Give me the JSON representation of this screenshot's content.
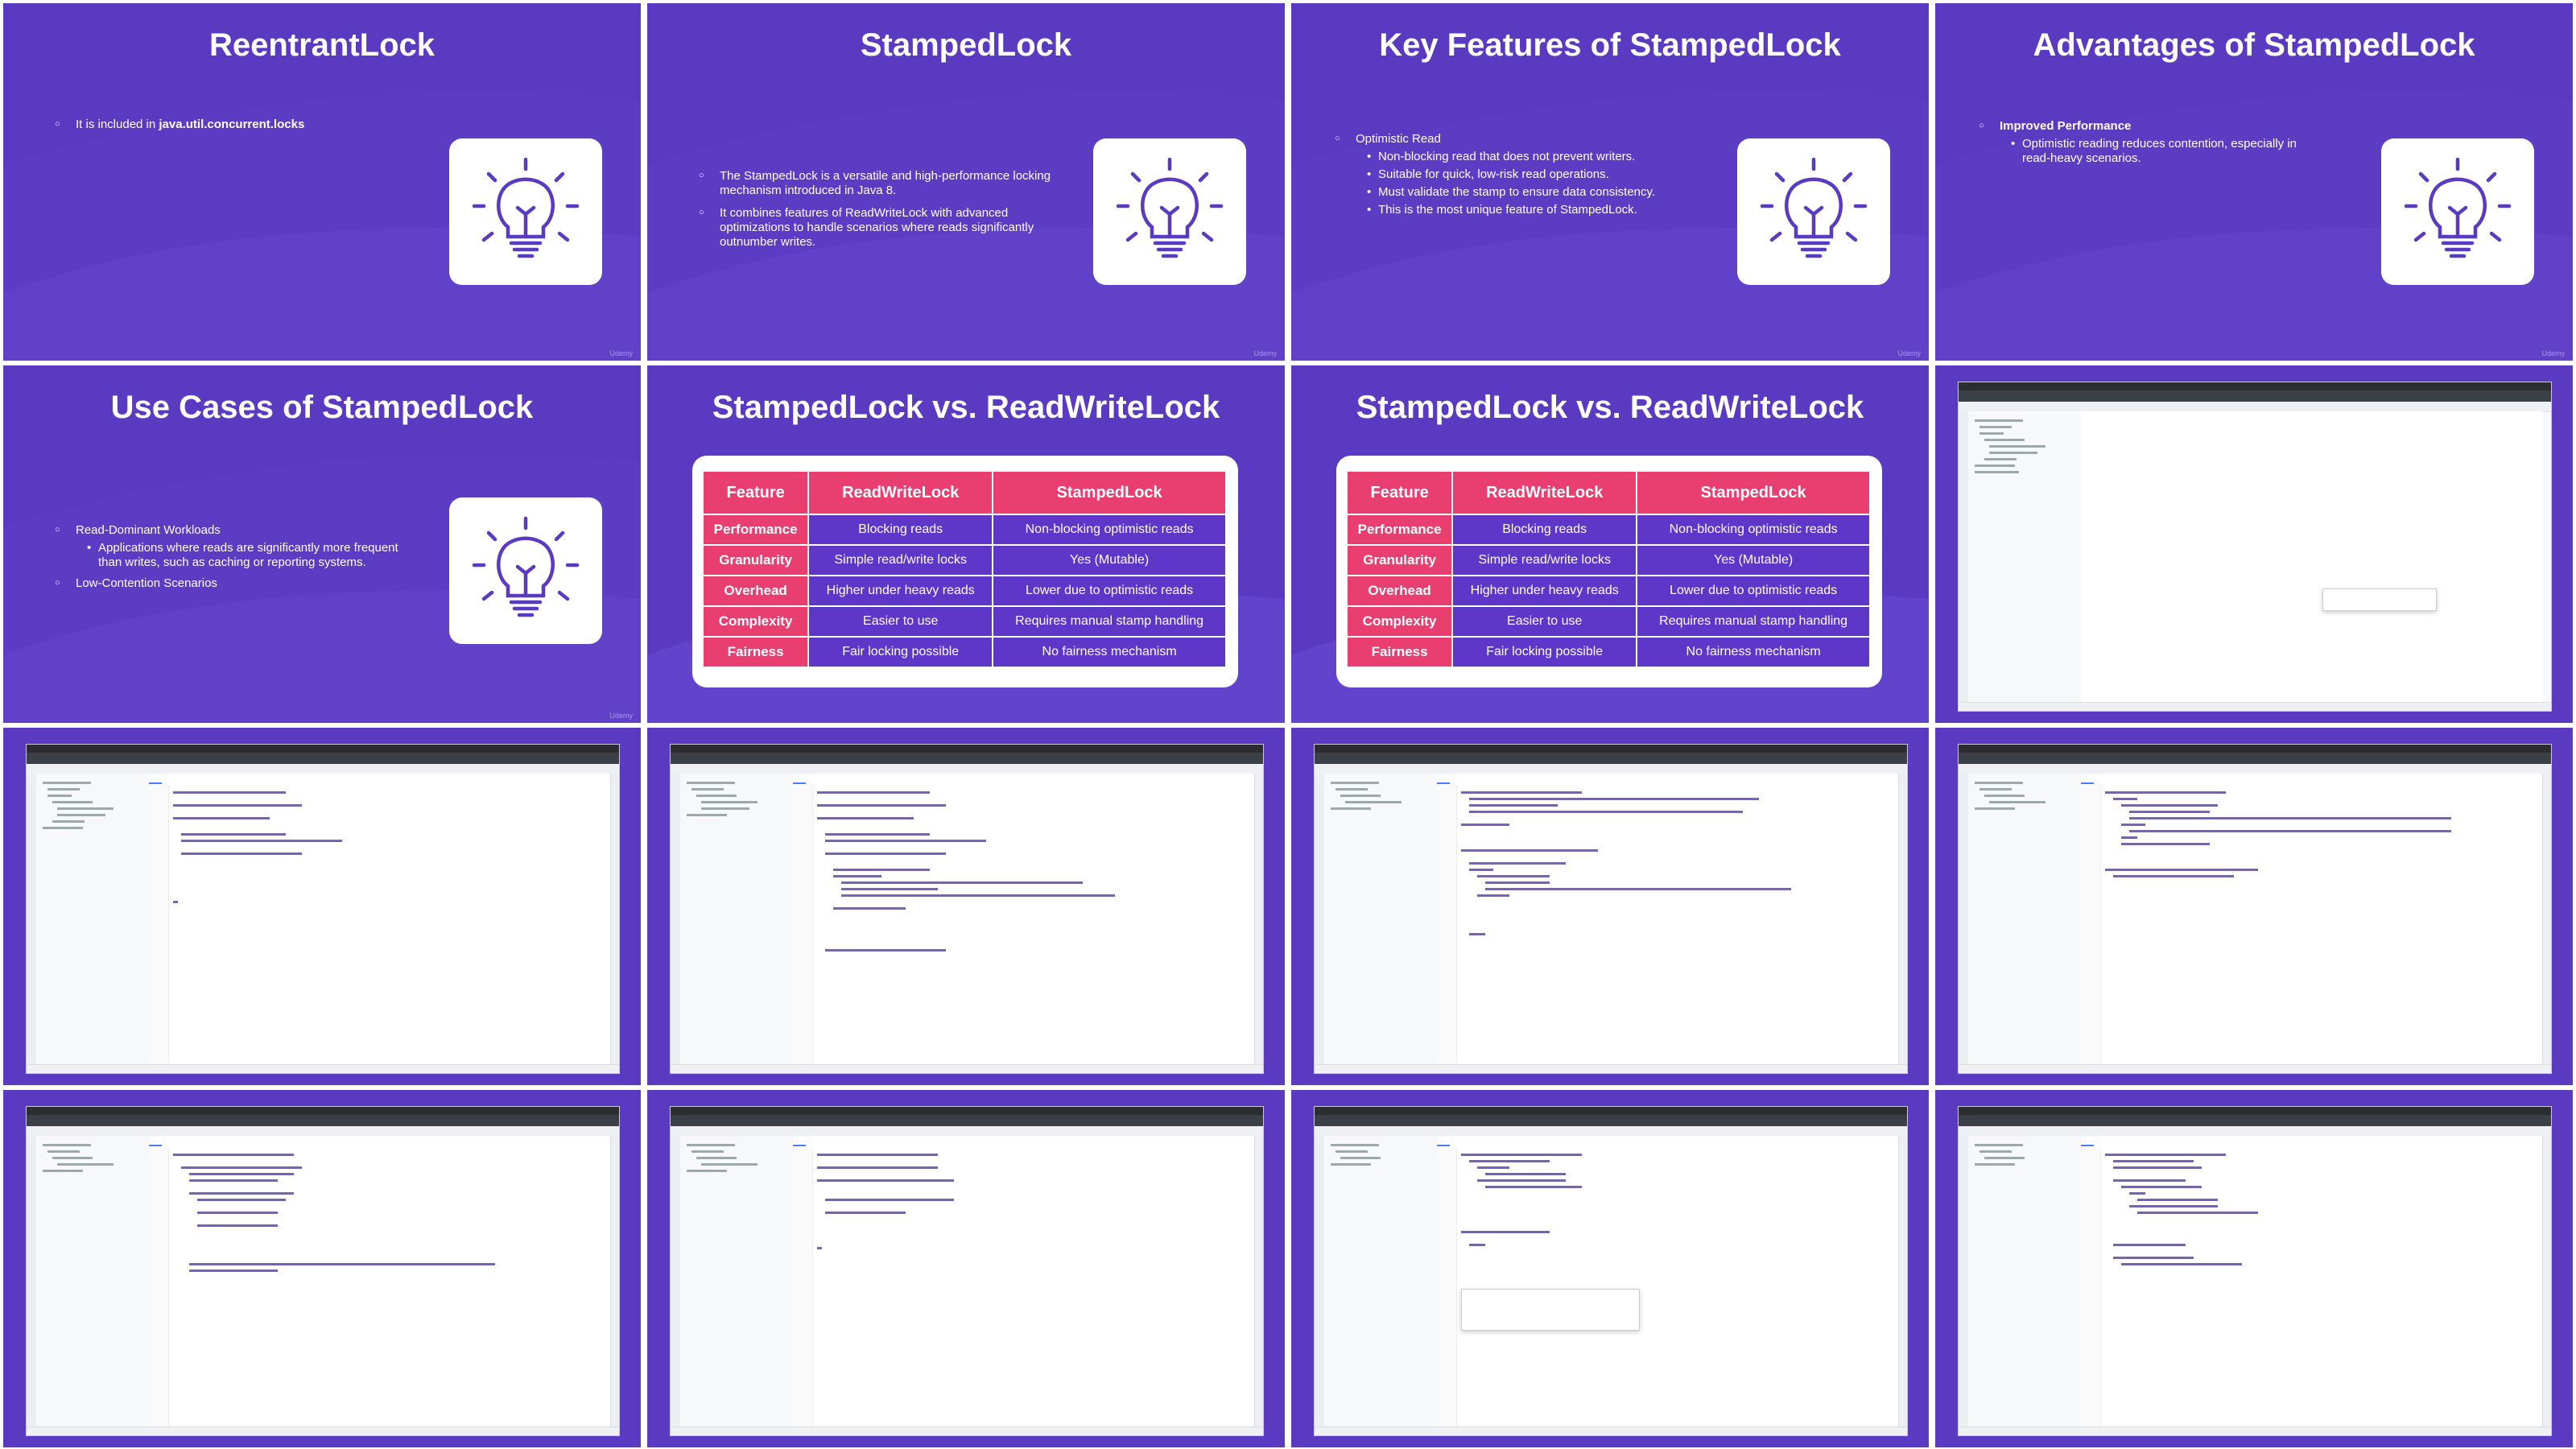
{
  "slides": [
    {
      "title": "ReentrantLock",
      "bullets": [
        {
          "text": "It is included in ",
          "bold": "java.util.concurrent.locks"
        }
      ]
    },
    {
      "title": "StampedLock",
      "bullets": [
        {
          "text": "The StampedLock is a versatile and high-performance locking mechanism introduced in Java 8."
        },
        {
          "text": "It combines features of ReadWriteLock with advanced optimizations to handle scenarios where reads significantly outnumber writes."
        }
      ]
    },
    {
      "title": "Key Features of StampedLock",
      "heading": "Optimistic Read",
      "subs": [
        "Non-blocking read that does not prevent writers.",
        "Suitable for quick, low-risk read operations.",
        "Must validate the stamp to ensure data consistency.",
        "This is the most unique feature of StampedLock."
      ]
    },
    {
      "title": "Advantages of StampedLock",
      "heading": "Improved Performance",
      "subs": [
        "Optimistic reading reduces contention, especially in read-heavy scenarios."
      ]
    },
    {
      "title": "Use Cases of StampedLock",
      "heading": "Read-Dominant Workloads",
      "subs": [
        "Applications where reads are significantly more frequent than writes, such as caching or reporting systems."
      ],
      "heading2": "Low-Contention Scenarios"
    }
  ],
  "comparison": {
    "title": "StampedLock vs. ReadWriteLock",
    "headers": [
      "Feature",
      "ReadWriteLock",
      "StampedLock"
    ],
    "rows": [
      [
        "Performance",
        "Blocking reads",
        "Non-blocking optimistic reads"
      ],
      [
        "Granularity",
        "Simple read/write locks",
        "Yes (Mutable)"
      ],
      [
        "Overhead",
        "Higher under heavy reads",
        "Lower due to optimistic reads"
      ],
      [
        "Complexity",
        "Easier to use",
        "Requires manual stamp handling"
      ],
      [
        "Fairness",
        "Fair locking possible",
        "No fairness mechanism"
      ]
    ]
  },
  "brand": "Udemy",
  "colors": {
    "slide_bg": "#5a3ac0",
    "accent": "#e83e70",
    "cell_bg": "#5e36c8"
  }
}
